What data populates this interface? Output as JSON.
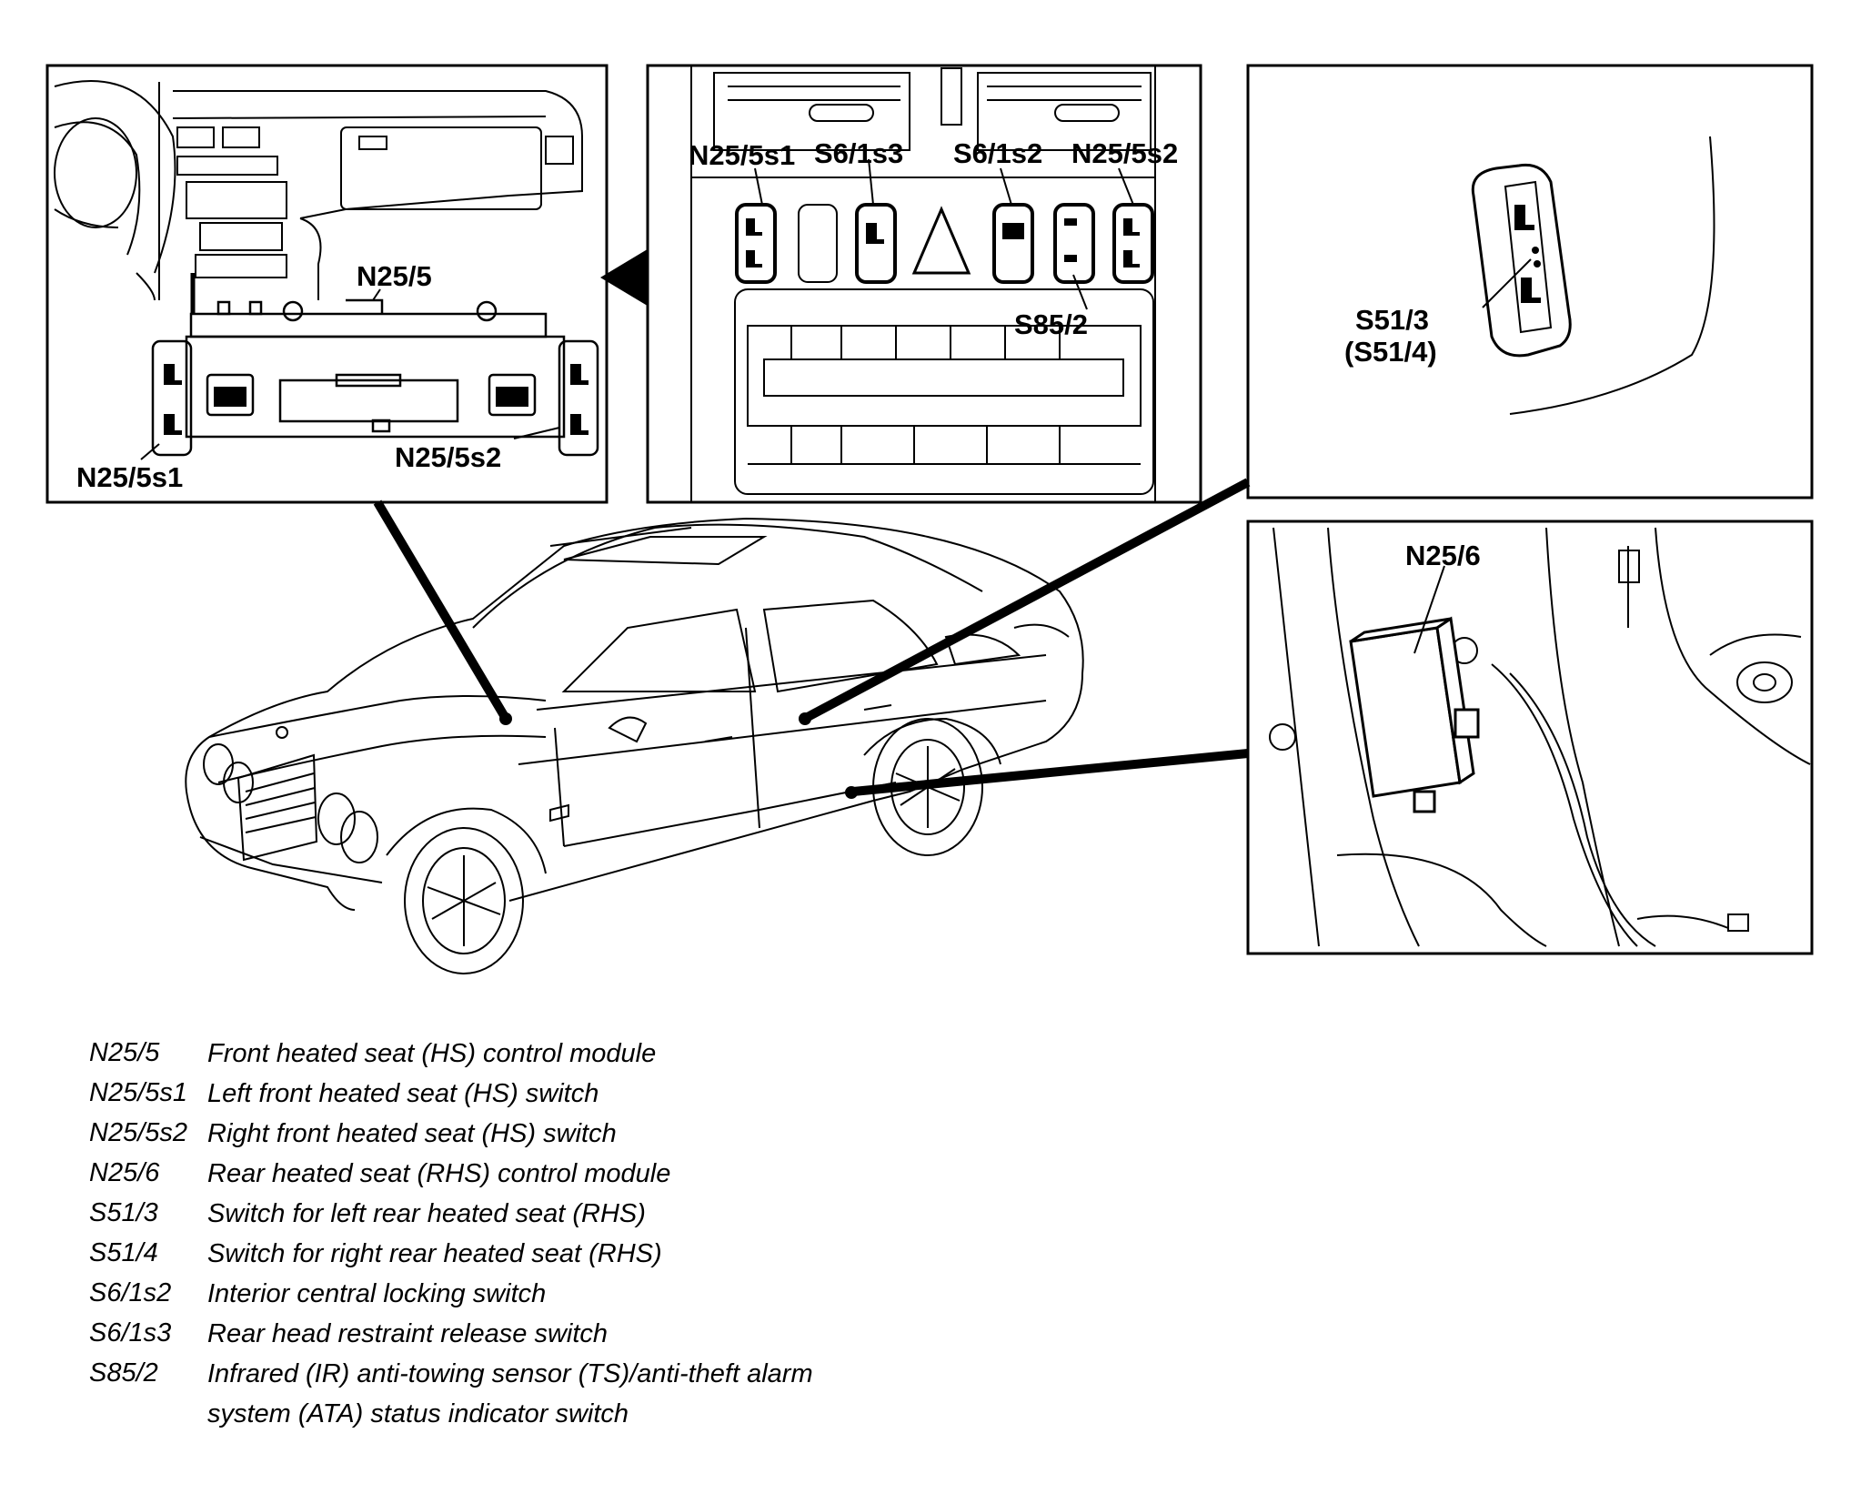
{
  "panels": {
    "dash_overview": {
      "labels": {
        "module": "N25/5",
        "left_switch": "N25/5s1",
        "right_switch": "N25/5s2"
      }
    },
    "center_console": {
      "labels": {
        "left_heated_seat": "N25/5s1",
        "head_restraint": "S6/1s3",
        "central_locking": "S6/1s2",
        "right_heated_seat": "N25/5s2",
        "anti_tow": "S85/2"
      }
    },
    "rear_switch": {
      "labels": {
        "primary": "S51/3",
        "secondary": "(S51/4)"
      }
    },
    "rear_module": {
      "labels": {
        "module": "N25/6"
      }
    }
  },
  "legend": [
    {
      "code": "N25/5",
      "description": "Front heated seat (HS) control module"
    },
    {
      "code": "N25/5s1",
      "description": "Left front heated seat (HS) switch"
    },
    {
      "code": "N25/5s2",
      "description": "Right front heated seat (HS) switch"
    },
    {
      "code": "N25/6",
      "description": "Rear heated seat (RHS) control module"
    },
    {
      "code": "S51/3",
      "description": "Switch for left rear heated seat (RHS)"
    },
    {
      "code": "S51/4",
      "description": "Switch for right rear heated seat (RHS)"
    },
    {
      "code": "S6/1s2",
      "description": "Interior central locking switch"
    },
    {
      "code": "S6/1s3",
      "description": "Rear head restraint release switch"
    },
    {
      "code": "S85/2",
      "description": "Infrared (IR) anti-towing sensor (TS)/anti-theft alarm",
      "description_cont": "system (ATA) status indicator switch"
    }
  ]
}
